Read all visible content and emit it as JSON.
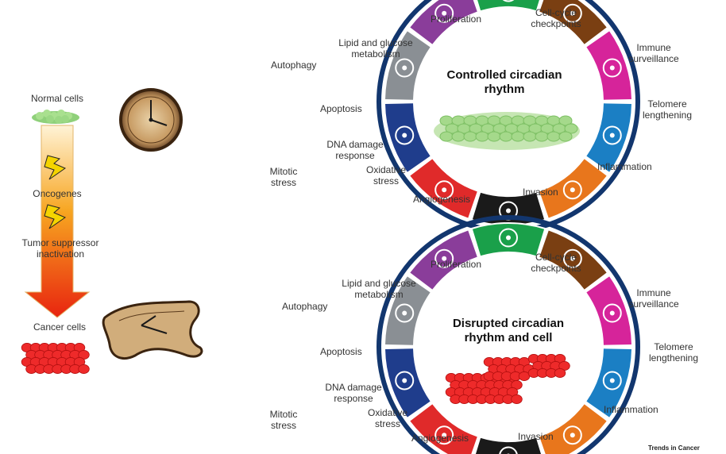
{
  "left_panel": {
    "normal_cells": "Normal cells",
    "oncogenes": "Oncogenes",
    "tumor_suppressor": "Tumor suppressor inactivation",
    "cancer_cells": "Cancer cells"
  },
  "top_wheel": {
    "center_title": "Controlled circadian rhythm"
  },
  "bottom_wheel": {
    "center_title": "Disrupted circadian rhythm and cell"
  },
  "hallmarks": {
    "proliferation": "Proliferation",
    "cell_cycle": "Cell-cycle checkpoints",
    "immune": "Immune surveillance",
    "telomere": "Telomere lengthening",
    "inflammation": "Inflammation",
    "invasion": "Invasion",
    "angiogenesis": "Angiogenesis",
    "oxidative": "Oxidative stress",
    "mitotic": "Mitotic stress",
    "dna_damage": "DNA damage response",
    "apoptosis": "Apoptosis",
    "autophagy": "Autophagy",
    "lipid": "Lipid and glucose metabolism"
  },
  "source_credit": "Trends in Cancer",
  "colors": {
    "green": "#1aa04a",
    "brown": "#7a3f12",
    "magenta": "#d6249a",
    "blue": "#1b7fc4",
    "orange": "#e8761c",
    "black": "#1a1a1a",
    "red": "#e02a2a",
    "navy": "#1f3d8c",
    "gray": "#8a8f94",
    "purple": "#8a3d9a",
    "ring": "#12366e"
  }
}
